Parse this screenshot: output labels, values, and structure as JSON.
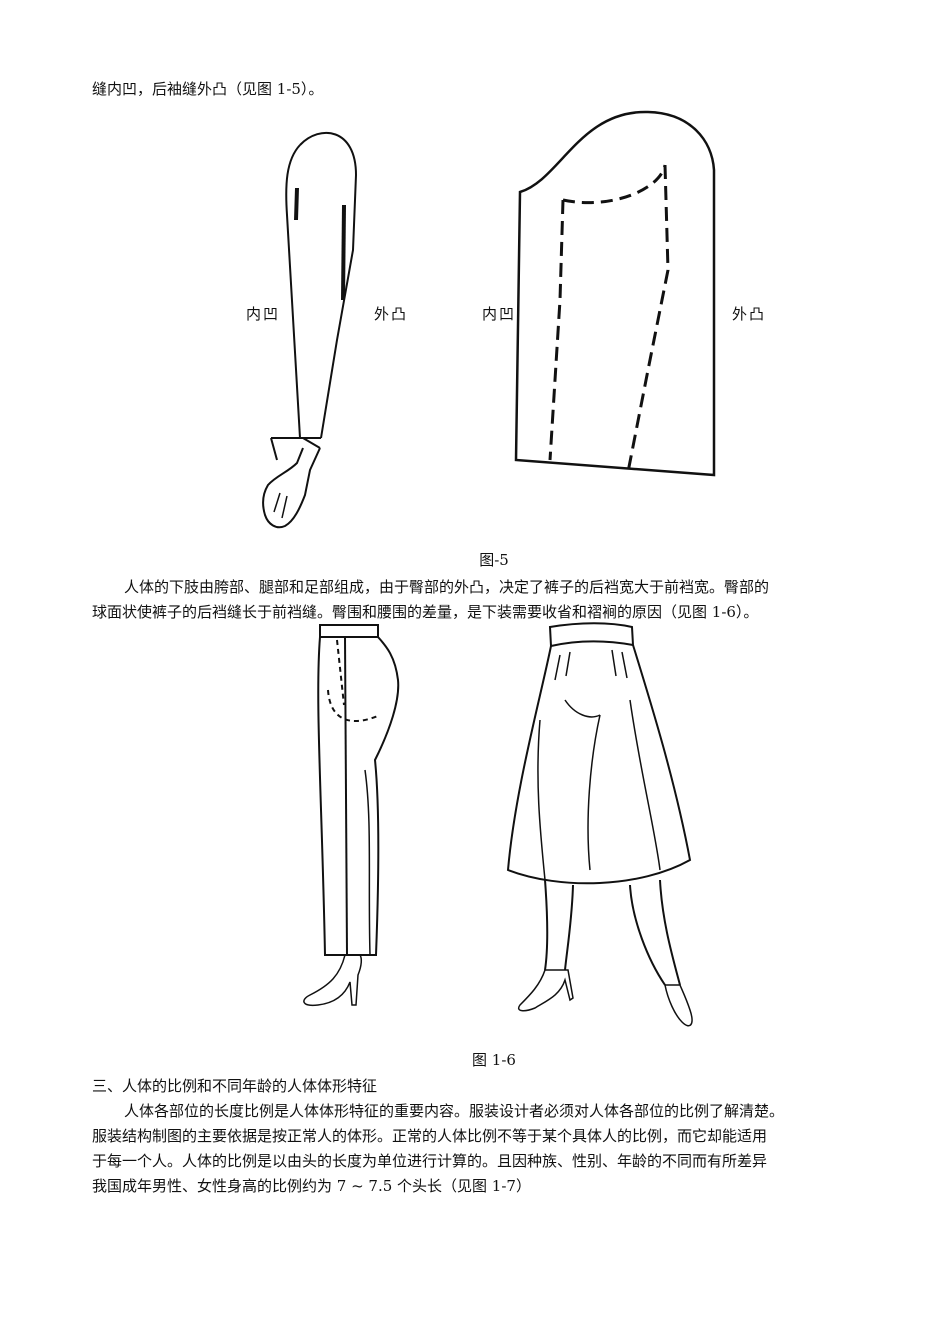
{
  "text": {
    "line_top": "缝内凹，后袖缝外凸（见图 1-5）。",
    "label_inner_1": "内凹",
    "label_outer_1": "外凸",
    "label_inner_2": "内凹",
    "label_outer_2": "外凸",
    "caption_fig5": "图-5",
    "para1_line1": "人体的下肢由胯部、腿部和足部组成，由于臀部的外凸，决定了裤子的后裆宽大于前裆宽。臀部的",
    "para1_line2": "球面状使裤子的后裆缝长于前裆缝。臀围和腰围的差量，是下装需要收省和褶裥的原因（见图 1-6）。",
    "caption_fig6": "图 1-6",
    "section_heading": "三、人体的比例和不同年龄的人体体形特征",
    "para2_line1": "人体各部位的长度比例是人体体形特征的重要内容。服装设计者必须对人体各部位的比例了解清楚。",
    "para2_line2": "服装结构制图的主要依据是按正常人的体形。正常的人体比例不等于某个具体人的比例，而它却能适用",
    "para2_line3": "于每一个人。人体的比例是以由头的长度为单位进行计算的。且因种族、性别、年龄的不同而有所差异",
    "para2_line4": "我国成年男性、女性身高的比例约为 7 ~ 7.5 个头长（见图 1-7）"
  }
}
